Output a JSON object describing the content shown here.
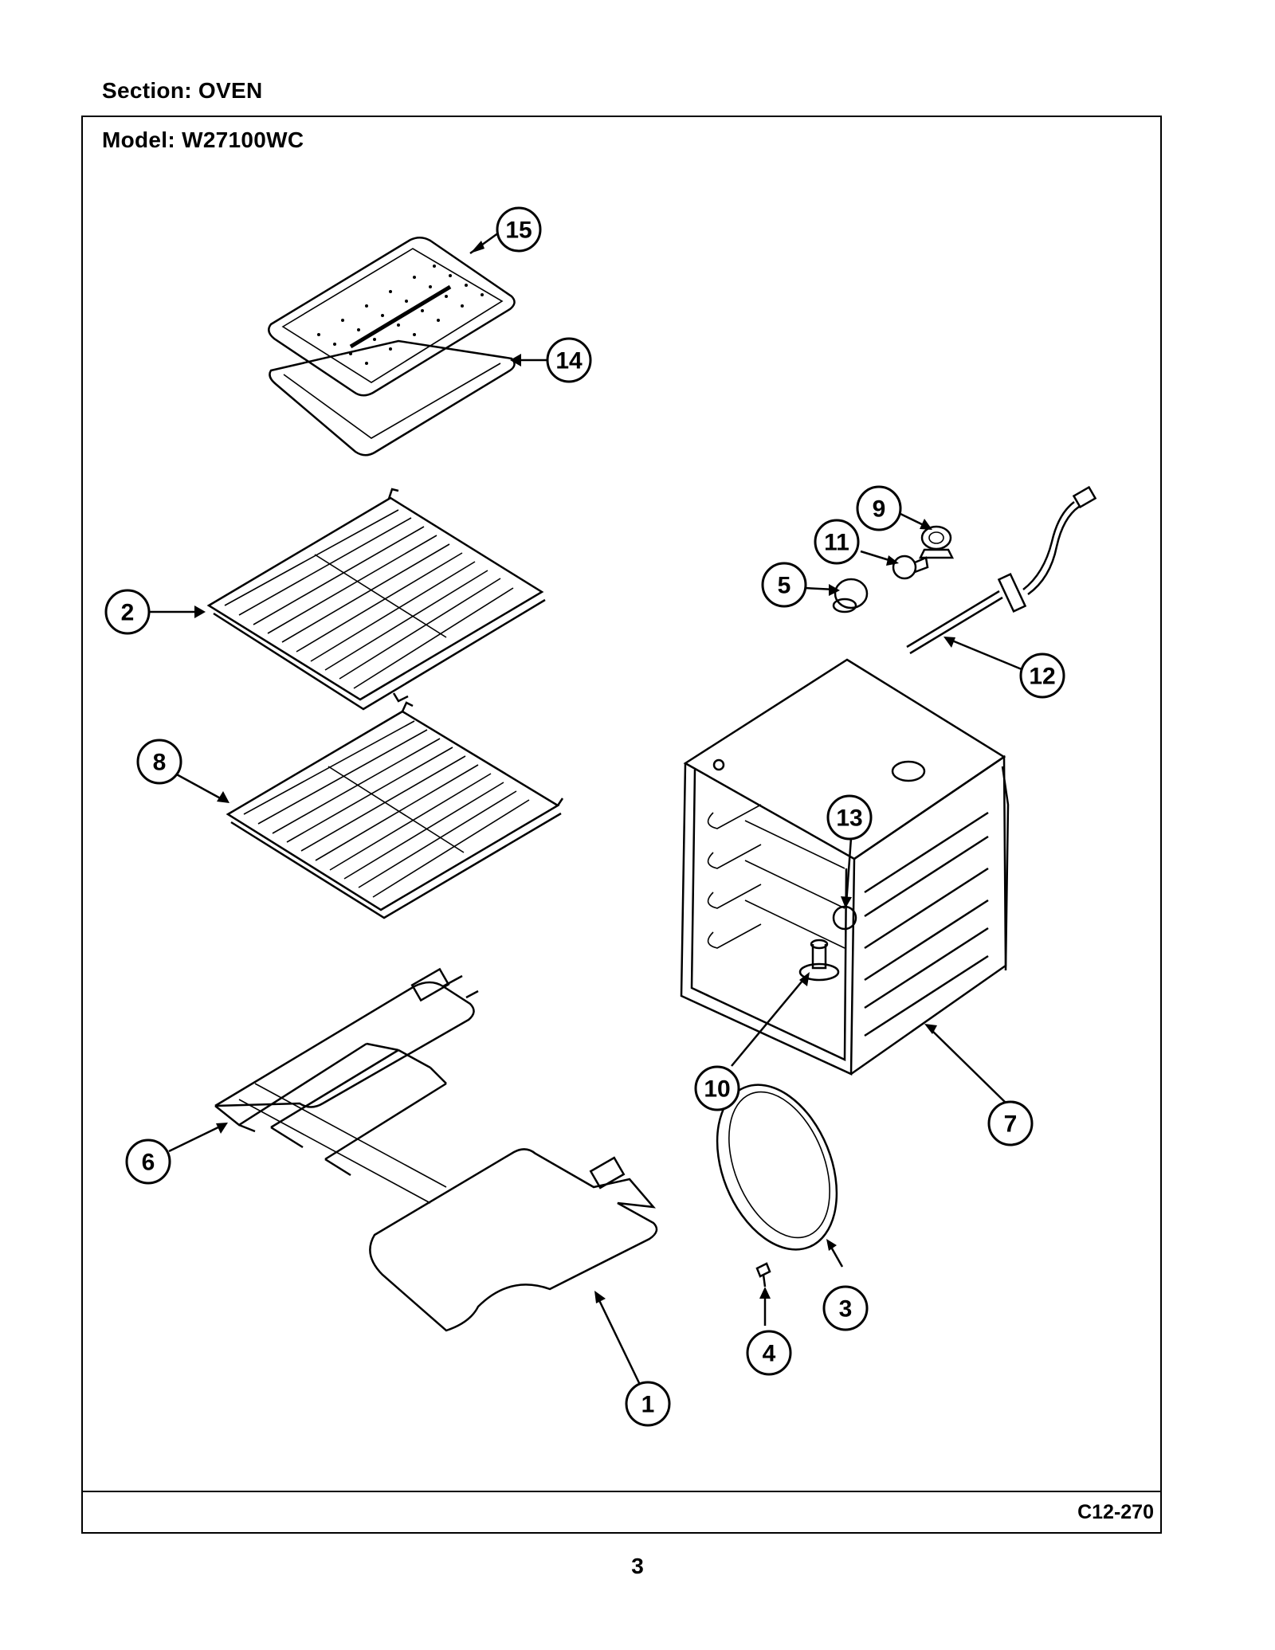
{
  "header": {
    "section": "Section:  OVEN",
    "model": "Model:  W27100WC"
  },
  "footer": {
    "code": "C12-270",
    "page": "3"
  },
  "callouts": [
    {
      "key": "broil_pan_insert",
      "label": "15"
    },
    {
      "key": "broil_pan",
      "label": "14"
    },
    {
      "key": "rack_upper",
      "label": "2"
    },
    {
      "key": "rack_lower",
      "label": "8"
    },
    {
      "key": "socket",
      "label": "9"
    },
    {
      "key": "bulb",
      "label": "11"
    },
    {
      "key": "lens_cover",
      "label": "5"
    },
    {
      "key": "sensor",
      "label": "12"
    },
    {
      "key": "cavity_part",
      "label": "13"
    },
    {
      "key": "cavity_fitting",
      "label": "10"
    },
    {
      "key": "oven_cavity",
      "label": "7"
    },
    {
      "key": "broil_element",
      "label": "6"
    },
    {
      "key": "gasket",
      "label": "3"
    },
    {
      "key": "screw",
      "label": "4"
    },
    {
      "key": "bake_element",
      "label": "1"
    }
  ]
}
